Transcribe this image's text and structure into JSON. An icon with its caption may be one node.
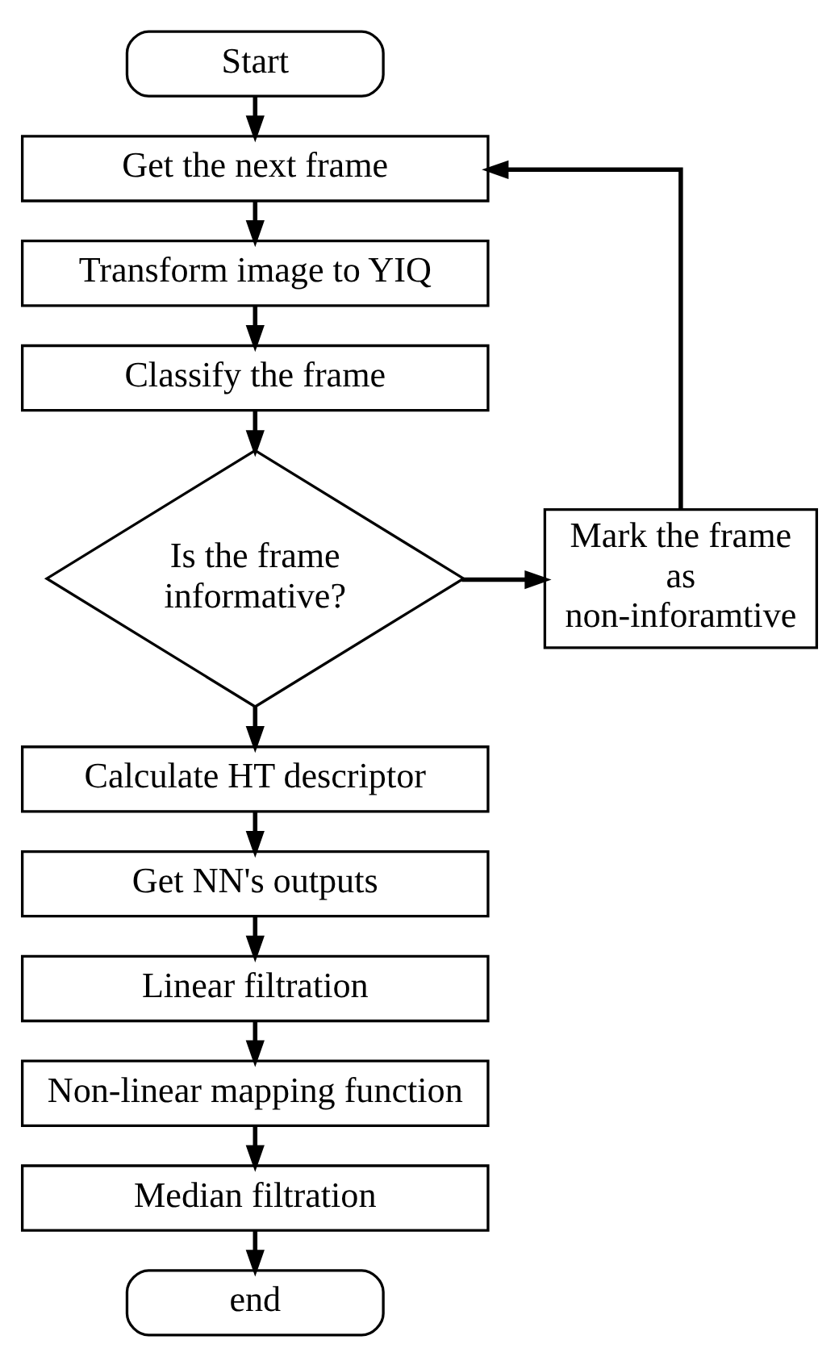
{
  "diagram": {
    "nodes": [
      {
        "text": [
          "Start"
        ]
      },
      {
        "text": [
          "Get the next frame"
        ]
      },
      {
        "text": [
          "Transform image to YIQ"
        ]
      },
      {
        "text": [
          "Classify the frame"
        ]
      },
      {
        "text": [
          "Is the frame informative?"
        ]
      },
      {
        "text": [
          "Mark the frame as non-inforamtive"
        ]
      },
      {
        "text": [
          "Calculate HT descriptor"
        ]
      },
      {
        "text": [
          "Get NN's outputs"
        ]
      },
      {
        "text": [
          "Linear filtration"
        ]
      },
      {
        "text": [
          "Non-linear mapping function"
        ]
      },
      {
        "text": [
          "Median filtration"
        ]
      },
      {
        "text": [
          "end"
        ]
      }
    ],
    "edges": [
      {
        "from": 0,
        "to": 1,
        "arrow": "to"
      },
      {
        "from": 1,
        "to": 2,
        "arrow": "to"
      },
      {
        "from": 2,
        "to": 3,
        "arrow": "to"
      },
      {
        "from": 3,
        "to": 4,
        "arrow": "to"
      },
      {
        "from": 4,
        "to": 5,
        "arrow": "to"
      },
      {
        "from": 5,
        "to": 1,
        "arrow": "to"
      },
      {
        "from": 4,
        "to": 6,
        "arrow": "to"
      },
      {
        "from": 6,
        "to": 7,
        "arrow": "to"
      },
      {
        "from": 7,
        "to": 8,
        "arrow": "to"
      },
      {
        "from": 8,
        "to": 9,
        "arrow": "to"
      },
      {
        "from": 9,
        "to": 10,
        "arrow": "to"
      },
      {
        "from": 10,
        "to": 11,
        "arrow": "to"
      }
    ]
  }
}
